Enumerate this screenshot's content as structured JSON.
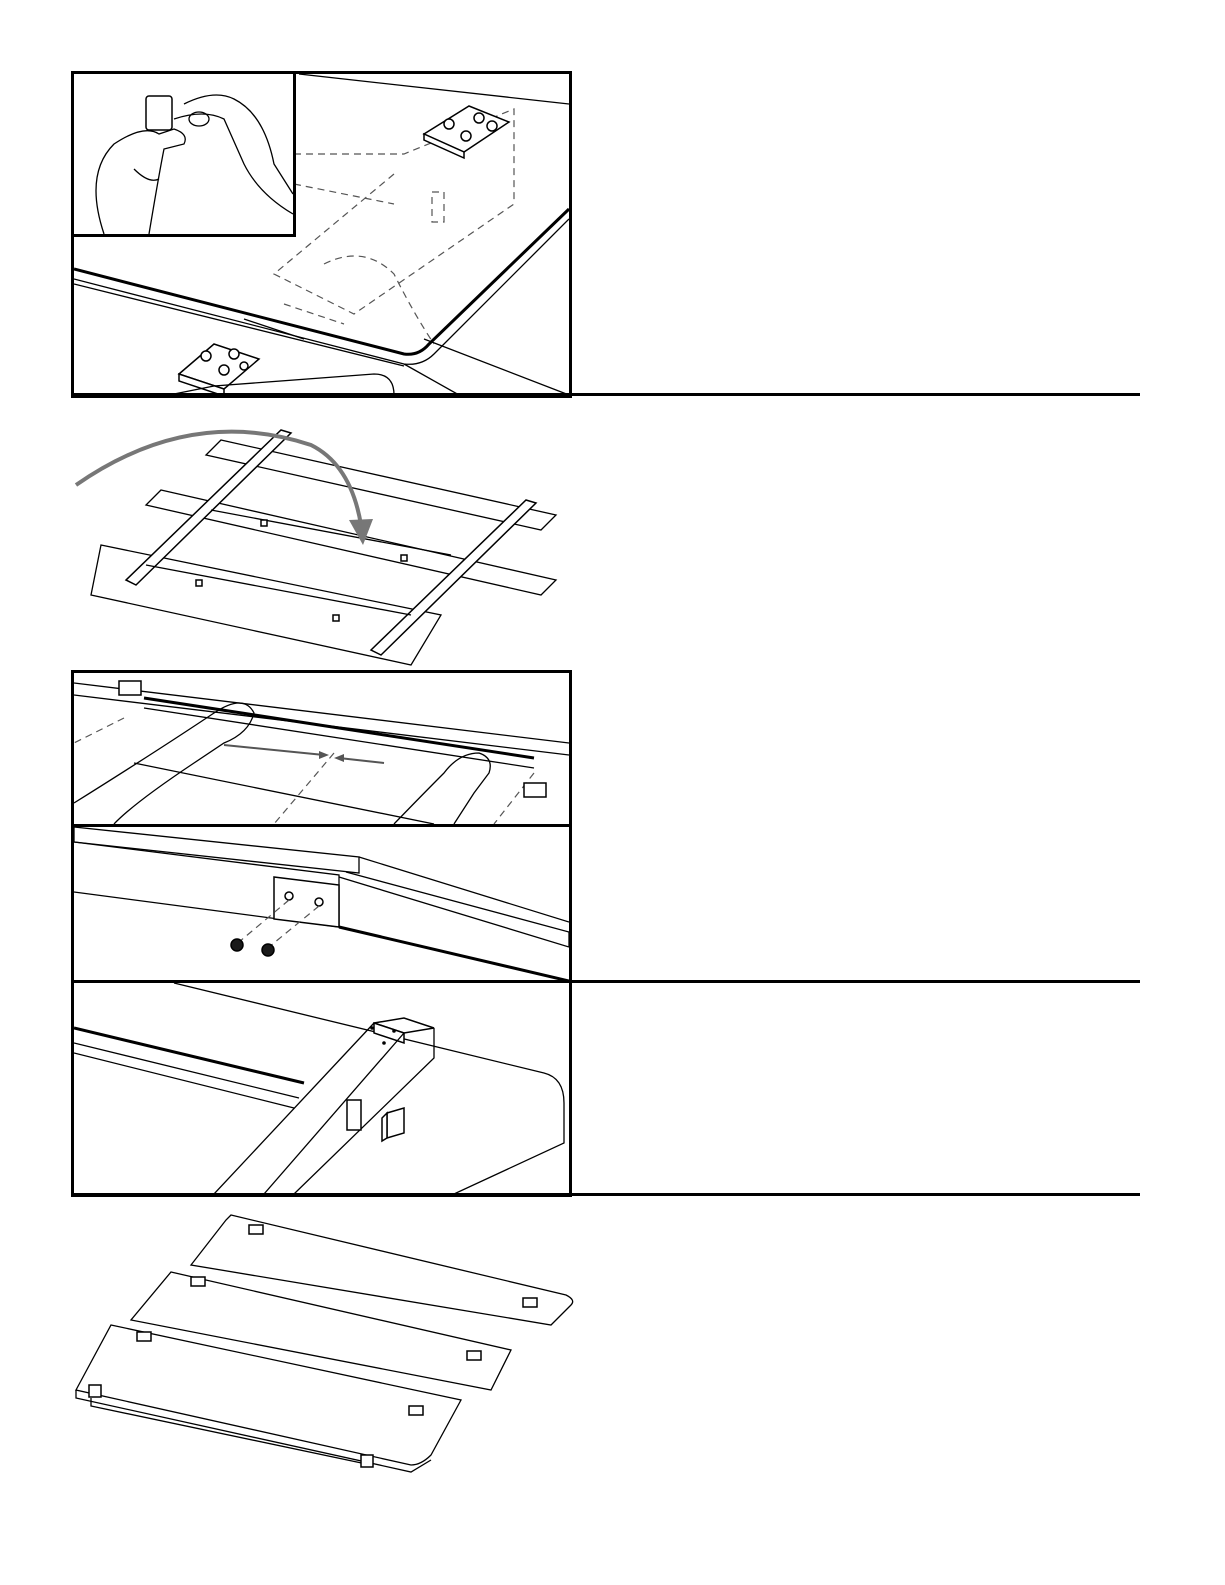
{
  "document": {
    "type": "assembly-instructions-page",
    "steps": [
      {
        "step_illustration": "attach-mounting-plates",
        "inset": "peel-adhesive-backing"
      },
      {
        "step_illustration": "place-frame-on-desktop-sections",
        "arrow": "flip-over"
      },
      {
        "step_illustration": "slide-crossbar-together",
        "detail": "insert-bolts-into-bracket"
      },
      {
        "step_illustration": "insert-end-cap-into-leg-beam"
      },
      {
        "step_illustration": "desktop-sections-with-mounting-plates"
      }
    ],
    "colors": {
      "line": "#000000",
      "arrow": "#777777",
      "background": "#ffffff"
    }
  }
}
